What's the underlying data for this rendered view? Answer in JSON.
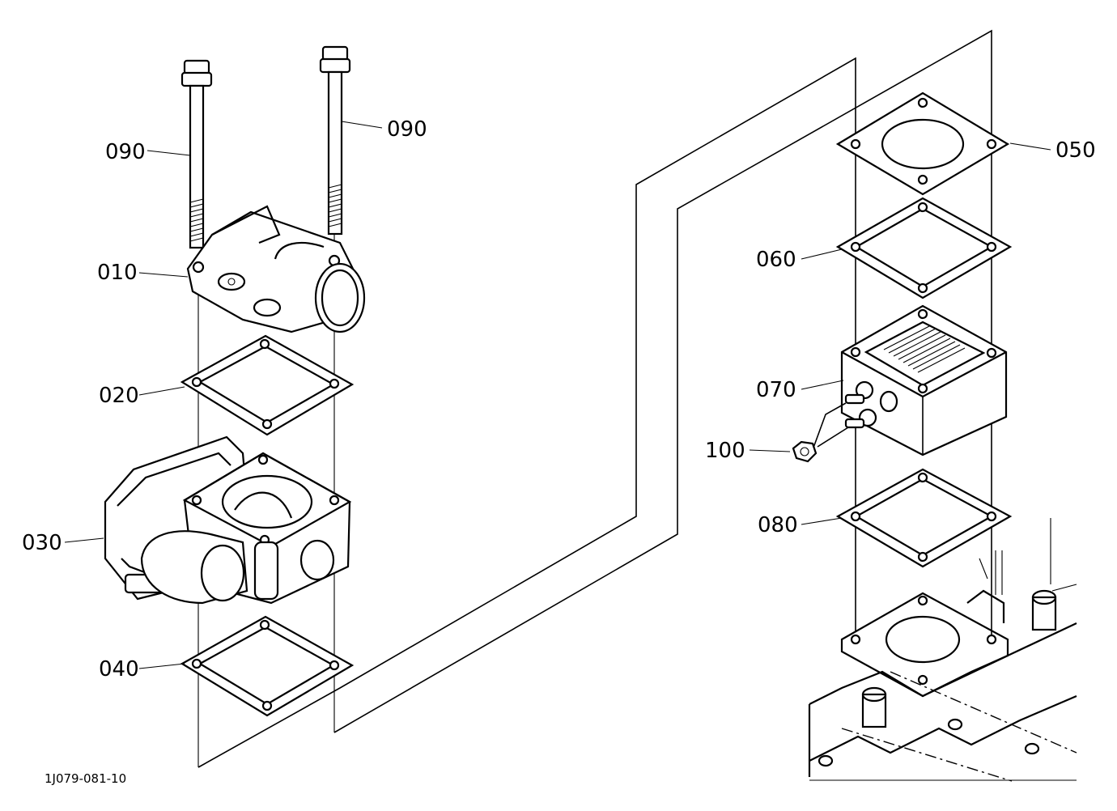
{
  "drawing": {
    "reference": "1J079-081-10"
  },
  "callouts": [
    {
      "id": "090-left",
      "text": "090"
    },
    {
      "id": "090-right",
      "text": "090"
    },
    {
      "id": "010",
      "text": "010"
    },
    {
      "id": "020",
      "text": "020"
    },
    {
      "id": "030",
      "text": "030"
    },
    {
      "id": "040",
      "text": "040"
    },
    {
      "id": "050",
      "text": "050"
    },
    {
      "id": "060",
      "text": "060"
    },
    {
      "id": "070",
      "text": "070"
    },
    {
      "id": "100",
      "text": "100"
    },
    {
      "id": "080",
      "text": "080"
    }
  ]
}
